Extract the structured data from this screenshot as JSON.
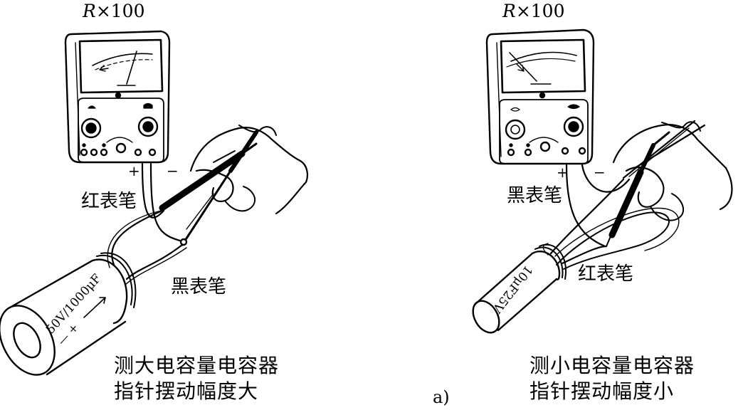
{
  "left": {
    "range_prefix": "R",
    "range_value": "×100",
    "plus": "+",
    "minus": "−",
    "red_probe": "红表笔",
    "black_probe": "黑表笔",
    "capacitor_label": "50V/1000μF",
    "capacitor_polarity": "— +",
    "caption_line1": "测大电容量电容器",
    "caption_line2": "指针摆动幅度大"
  },
  "right": {
    "range_prefix": "R",
    "range_value": "×100",
    "plus": "+",
    "minus": "−",
    "black_probe": "黑表笔",
    "red_probe": "红表笔",
    "capacitor_label": "10μF25V",
    "caption_line1": "测小电容量电容器",
    "caption_line2": "指针摆动幅度小"
  },
  "figure_label": "a)"
}
